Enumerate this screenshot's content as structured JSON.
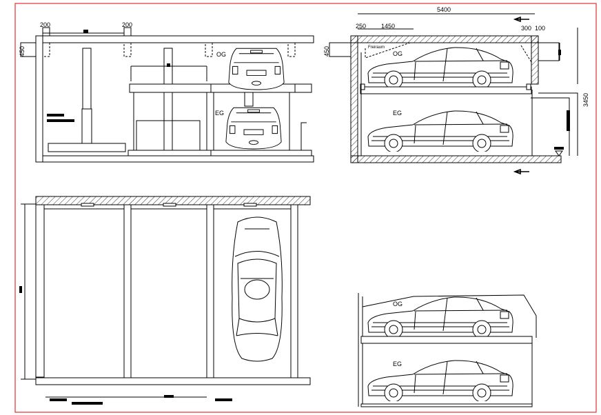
{
  "colors": {
    "frame": "#e03030",
    "line": "#000000",
    "background": "#ffffff"
  },
  "front_elevation": {
    "dim_left": "200",
    "dim_right": "200",
    "dim_height": "450",
    "level_upper": "OG",
    "level_lower": "EG"
  },
  "side_section": {
    "dim_total": "5400",
    "dim_a": "250",
    "dim_b": "1450",
    "dim_c": "300",
    "dim_d": "100",
    "dim_height": "450",
    "dim_level": "3450",
    "clearance_label": "Freiraum",
    "level_upper": "OG",
    "level_lower": "EG"
  },
  "side_section_2": {
    "level_upper": "OG",
    "level_lower": "EG"
  }
}
